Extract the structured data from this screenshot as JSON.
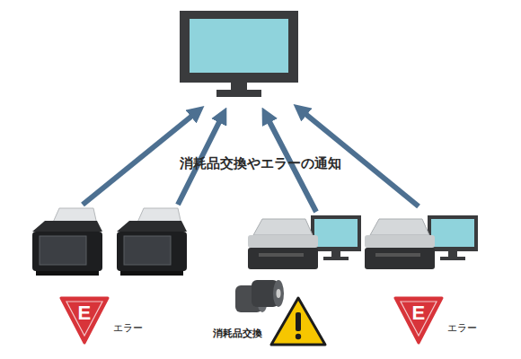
{
  "diagram": {
    "nodes": [
      {
        "text": [
          "E",
          "エラー"
        ]
      },
      {
        "text": [
          "E",
          "エラー"
        ]
      }
    ],
    "labels": [
      "消耗品交換やエラーの通知",
      "消耗品交換"
    ]
  }
}
